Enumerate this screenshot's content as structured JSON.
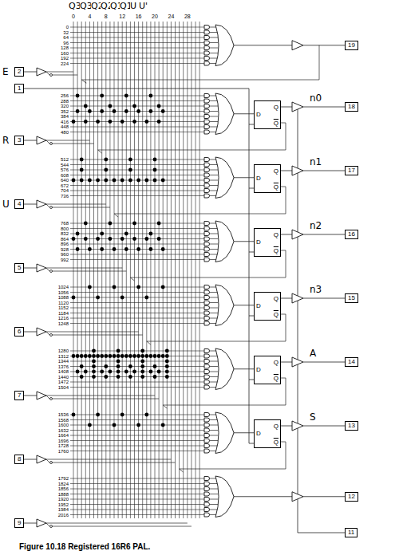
{
  "diagram": {
    "caption": "Figure 10.18 Registered 16R6 PAL.",
    "nodes": [
      {
        "text": [
          "1"
        ]
      },
      {
        "text": [
          "2"
        ]
      },
      {
        "text": [
          "3"
        ]
      },
      {
        "text": [
          "4"
        ]
      },
      {
        "text": [
          "5"
        ]
      },
      {
        "text": [
          "6"
        ]
      },
      {
        "text": [
          "7"
        ]
      },
      {
        "text": [
          "8"
        ]
      },
      {
        "text": [
          "9"
        ]
      },
      {
        "text": [
          "D",
          "Q",
          "Q"
        ]
      },
      {
        "text": [
          "D",
          "Q",
          "Q"
        ]
      },
      {
        "text": [
          "D",
          "Q",
          "Q"
        ]
      },
      {
        "text": [
          "D",
          "Q",
          "Q"
        ]
      },
      {
        "text": [
          "D",
          "Q",
          "Q"
        ]
      },
      {
        "text": [
          "D",
          "Q",
          "Q"
        ]
      },
      {
        "text": [
          "19"
        ]
      },
      {
        "text": [
          "18"
        ]
      },
      {
        "text": [
          "17"
        ]
      },
      {
        "text": [
          "16"
        ]
      },
      {
        "text": [
          "15"
        ]
      },
      {
        "text": [
          "14"
        ]
      },
      {
        "text": [
          "13"
        ]
      },
      {
        "text": [
          "12"
        ]
      },
      {
        "text": [
          "11"
        ]
      }
    ],
    "edges": [],
    "labels": [
      "Q3",
      "Q3'",
      "Q2",
      "Q2'",
      "Q1",
      "Q1'",
      "U",
      "U'",
      "0",
      "4",
      "8",
      "12",
      "16",
      "20",
      "24",
      "28",
      "0",
      "32",
      "64",
      "96",
      "128",
      "160",
      "192",
      "224",
      "256",
      "288",
      "320",
      "352",
      "384",
      "416",
      "448",
      "480",
      "512",
      "544",
      "576",
      "608",
      "640",
      "672",
      "704",
      "736",
      "768",
      "800",
      "832",
      "864",
      "896",
      "928",
      "960",
      "992",
      "1024",
      "1056",
      "1088",
      "1120",
      "1152",
      "1184",
      "1216",
      "1248",
      "1280",
      "1312",
      "1344",
      "1376",
      "1408",
      "1440",
      "1472",
      "1504",
      "1536",
      "1568",
      "1600",
      "1632",
      "1664",
      "1696",
      "1728",
      "1760",
      "1792",
      "1824",
      "1856",
      "1888",
      "1920",
      "1952",
      "1984",
      "2016",
      "E",
      "R",
      "U",
      "n0",
      "n1",
      "n2",
      "n3",
      "A",
      "S"
    ]
  }
}
